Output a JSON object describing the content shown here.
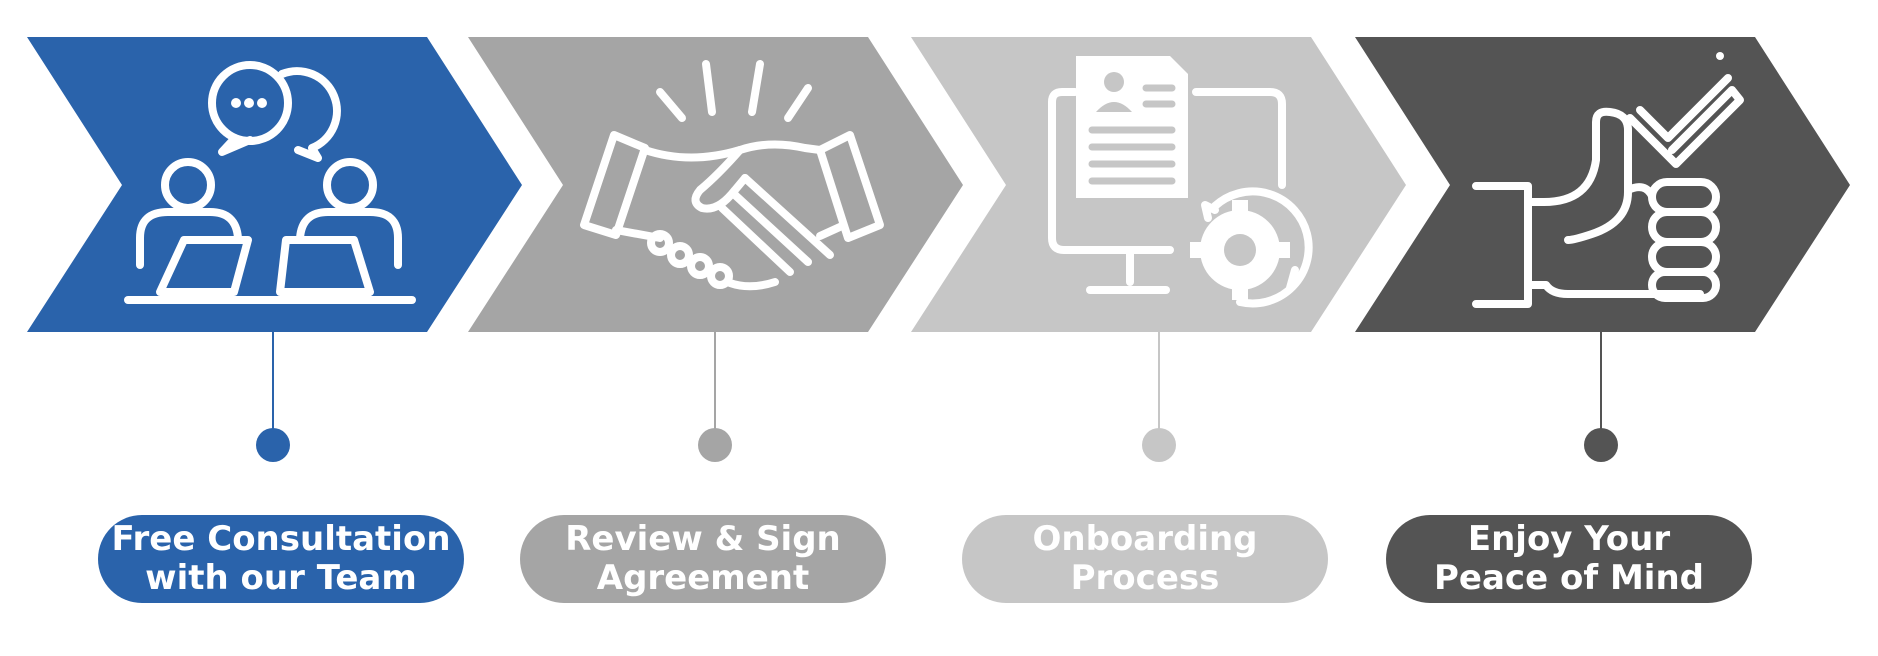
{
  "colors": {
    "step1": "#2a63ab",
    "step2": "#a5a5a5",
    "step3": "#c6c6c6",
    "step4": "#545454",
    "icon_stroke": "#ffffff"
  },
  "steps": [
    {
      "icon": "consultation-icon",
      "label_line1": "Free Consultation",
      "label_line2": "with our Team"
    },
    {
      "icon": "handshake-icon",
      "label_line1": "Review & Sign",
      "label_line2": "Agreement"
    },
    {
      "icon": "onboarding-monitor-icon",
      "label_line1": "Onboarding",
      "label_line2": "Process"
    },
    {
      "icon": "thumbs-up-icon",
      "label_line1": "Enjoy Your",
      "label_line2": "Peace of Mind"
    }
  ]
}
